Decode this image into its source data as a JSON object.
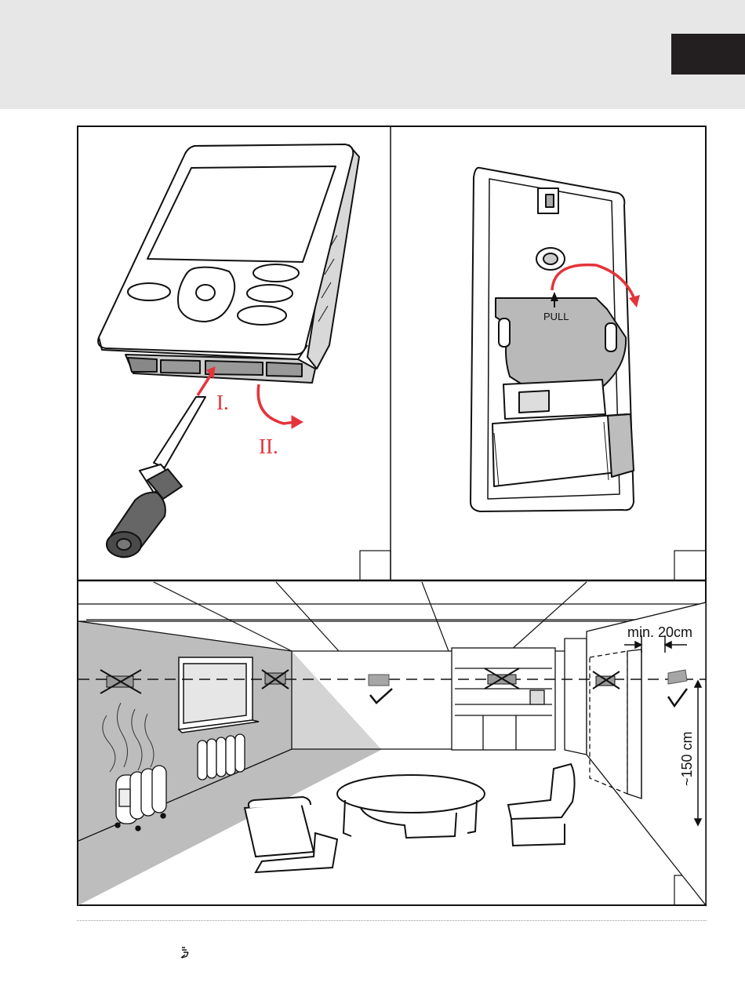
{
  "labels": {
    "step_one": "I.",
    "step_two": "II.",
    "pull": "PULL",
    "min_distance": "min. 20cm",
    "height": "~150 cm"
  },
  "colors": {
    "accent_red": "#e4343b",
    "panel_gray": "#e7e7e7",
    "dark_tab": "#231f20",
    "shade_gray": "#bdbdbd"
  },
  "icons": {
    "correct_mark": "check-icon",
    "wrong_mark": "cross-icon",
    "footer": "hand-pointer-icon"
  }
}
